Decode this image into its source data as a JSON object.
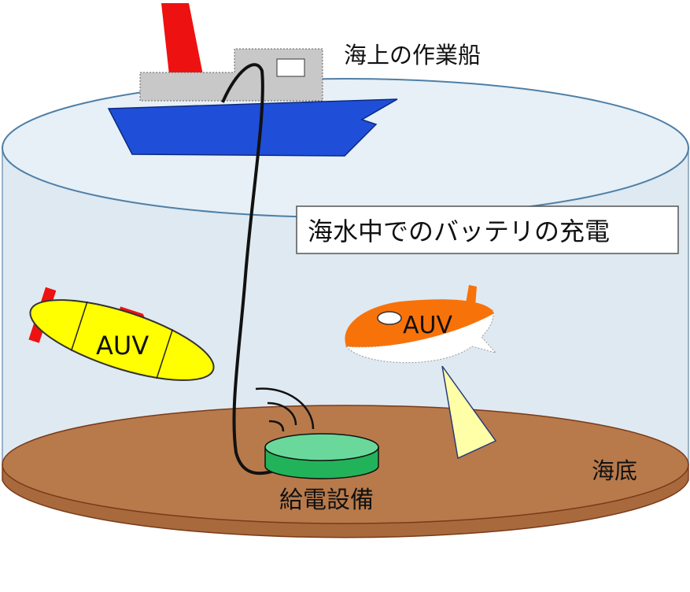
{
  "labels": {
    "ship": "海上の作業船",
    "charging": "海水中でのバッテリの充電",
    "auv_left": "AUV",
    "auv_right": "AUV",
    "seabed": "海底",
    "station": "給電設備"
  },
  "colors": {
    "water": "#dfe9f1",
    "seabed": "#b87a4b",
    "hull": "#1f4fd8",
    "funnel": "#ee1111",
    "cabin": "#c8c8c8",
    "auv_yellow": "#ffff00",
    "auv_orange": "#f8720a",
    "station": "#22b35a",
    "sonar": "#ffffa8"
  }
}
